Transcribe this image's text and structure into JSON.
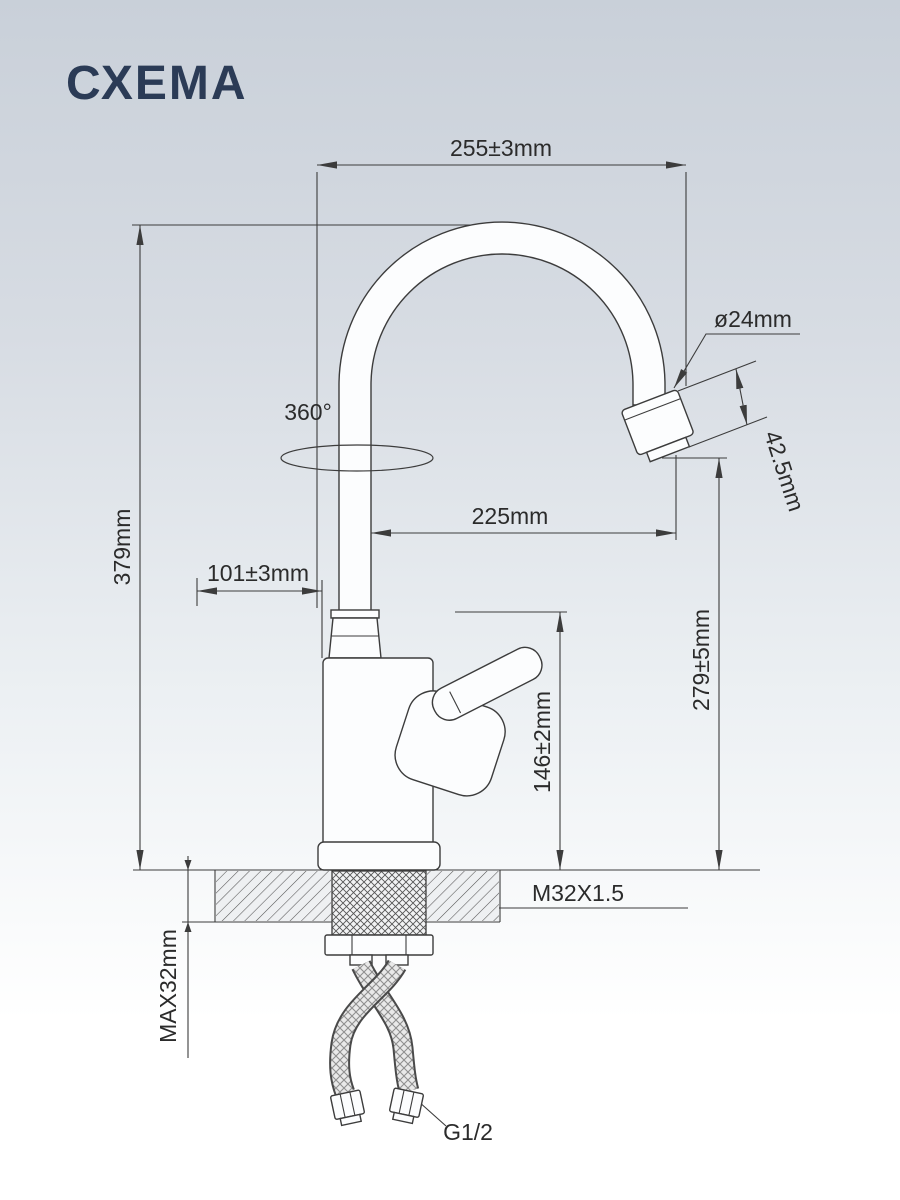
{
  "title": "СХЕМА",
  "colors": {
    "background_top": "#c9d0d9",
    "background_bottom": "#ffffff",
    "line": "#3c3c3c",
    "title_text": "#2b3b56"
  },
  "dimensions": {
    "spout_width": "255±3mm",
    "spout_diameter": "ø24mm",
    "swivel_angle": "360°",
    "nozzle_length": "42.5mm",
    "spout_reach": "225mm",
    "base_offset": "101±3mm",
    "total_height": "379mm",
    "outlet_height": "279±5mm",
    "body_height": "146±2mm",
    "mount_thread": "M32X1.5",
    "max_deck_thickness": "MAX32mm",
    "hose_thread": "G1/2"
  }
}
